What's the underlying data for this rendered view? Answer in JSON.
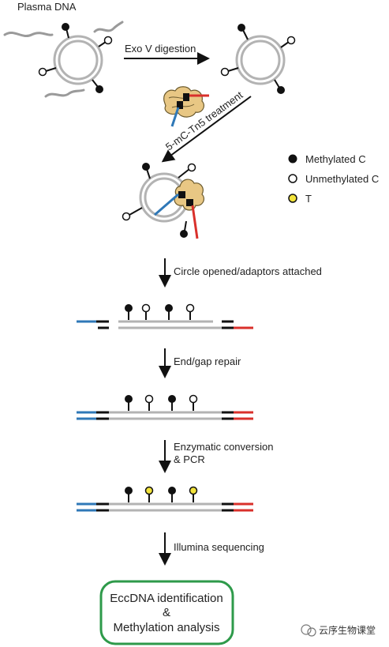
{
  "labels": {
    "plasma_dna": "Plasma DNA",
    "exo_v": "Exo V digestion",
    "tn5": "5-mC-Tn5 treatment",
    "step_circle_opened": "Circle opened/adaptors attached",
    "step_end_gap": "End/gap repair",
    "step_enzymatic_1": "Enzymatic conversion",
    "step_enzymatic_2": "& PCR",
    "step_illumina": "Illumina sequencing"
  },
  "legend": [
    {
      "label": "Methylated C",
      "fill": "#111111"
    },
    {
      "label": "Unmethylated C",
      "fill": "#ffffff"
    },
    {
      "label": "T",
      "fill": "#f2e33a"
    }
  ],
  "result_box": {
    "line1": "EccDNA identification",
    "line2": "&",
    "line3": "Methylation analysis"
  },
  "watermark": "云序生物课堂",
  "colors": {
    "dna_gray": "#b3b3b3",
    "adaptor_blue": "#2f78b7",
    "adaptor_red": "#d9302b",
    "adaptor_black": "#111111",
    "box_green": "#2e9a4a",
    "tn5_tan": "#e8c784"
  }
}
